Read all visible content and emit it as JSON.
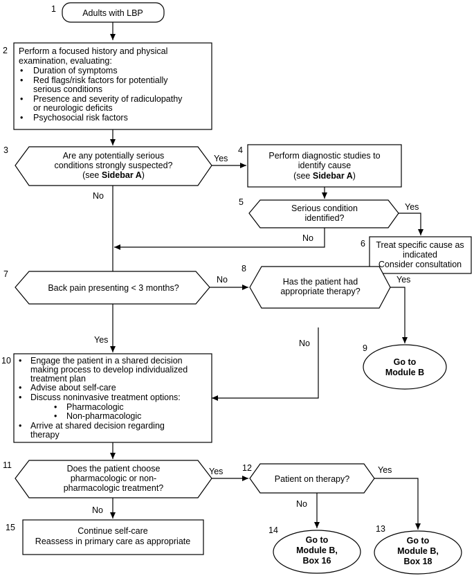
{
  "nodes": {
    "n1": {
      "num": "1",
      "text": "Adults with LBP"
    },
    "n2": {
      "num": "2",
      "line1": "Perform a focused history and physical",
      "line2": "examination, evaluating:",
      "bullets": [
        "Duration of symptoms",
        "Red flags/risk factors for potentially",
        "serious conditions",
        "Presence and severity of radiculopathy",
        "or neurologic deficits",
        "Psychosocial risk factors"
      ]
    },
    "n3": {
      "num": "3",
      "line1": "Are any potentially serious",
      "line2": "conditions strongly suspected?",
      "line3_pre": "(see ",
      "line3_bold": "Sidebar A",
      "line3_post": ")"
    },
    "n4": {
      "num": "4",
      "line1": "Perform diagnostic studies to",
      "line2": "identify cause",
      "line3_pre": "(see ",
      "line3_bold": "Sidebar A",
      "line3_post": ")"
    },
    "n5": {
      "num": "5",
      "line1": "Serious condition",
      "line2": "identified?"
    },
    "n6": {
      "num": "6",
      "line1": "Treat specific cause as",
      "line2": "indicated",
      "line3": "Consider consultation"
    },
    "n7": {
      "num": "7",
      "text": "Back pain presenting < 3 months?"
    },
    "n8": {
      "num": "8",
      "line1": "Has the patient had",
      "line2": "appropriate therapy?"
    },
    "n9": {
      "num": "9",
      "line1": "Go to",
      "line2": "Module B"
    },
    "n10": {
      "num": "10",
      "b1a": "Engage the patient in a shared decision",
      "b1b": "making process to develop individualized",
      "b1c": "treatment plan",
      "b2": "Advise about self-care",
      "b3": "Discuss noninvasive treatment options:",
      "sub1": "Pharmacologic",
      "sub2": "Non-pharmacologic",
      "b4a": "Arrive at shared decision regarding",
      "b4b": "therapy"
    },
    "n11": {
      "num": "11",
      "line1": "Does the patient choose",
      "line2": "pharmacologic or non-",
      "line3": "pharmacologic treatment?"
    },
    "n12": {
      "num": "12",
      "text": "Patient on therapy?"
    },
    "n13": {
      "num": "13",
      "line1": "Go to",
      "line2": "Module B,",
      "line3": "Box 18"
    },
    "n14": {
      "num": "14",
      "line1": "Go to",
      "line2": "Module B,",
      "line3": "Box 16"
    },
    "n15": {
      "num": "15",
      "line1": "Continue self-care",
      "line2": "Reassess in primary care as appropriate"
    }
  },
  "edges": {
    "yes": "Yes",
    "no": "No"
  }
}
